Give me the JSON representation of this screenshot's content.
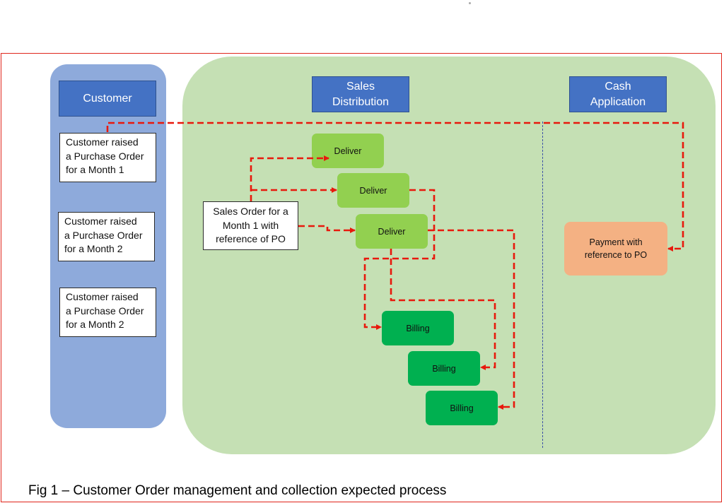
{
  "lanes": {
    "customer": {
      "title": "Customer"
    },
    "sales": {
      "title": "Sales\nDistribution"
    },
    "cash": {
      "title": "Cash\nApplication"
    }
  },
  "purchase_orders": [
    "Customer raised\na Purchase Order\nfor a Month 1",
    "Customer raised\na Purchase Order\nfor a Month 2",
    "Customer raised\na Purchase Order\nfor a Month 2"
  ],
  "sales_order": "Sales Order for a\nMonth 1 with\nreference of PO",
  "deliveries": [
    "Deliver",
    "Deliver",
    "Deliver"
  ],
  "billings": [
    "Billing",
    "Billing",
    "Billing"
  ],
  "payment": "Payment with\nreference to PO",
  "caption": "Fig 1 – Customer Order management and collection expected process",
  "colors": {
    "frame": "#e0261c",
    "customer_lane": "#8eaadb",
    "sales_lane": "#c5e0b4",
    "header": "#4472c4",
    "deliver": "#92d050",
    "billing": "#00b050",
    "payment": "#f4b183",
    "arrow": "#e8180c"
  }
}
